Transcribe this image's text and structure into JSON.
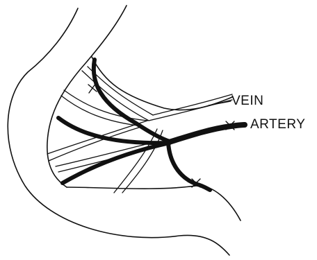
{
  "diagram": {
    "labels": {
      "vein": "VEIN",
      "artery": "ARTERY"
    },
    "colors": {
      "ink": "#111111",
      "background": "#ffffff"
    },
    "structures": [
      {
        "name": "tissue-fold",
        "kind": "outline"
      },
      {
        "name": "vein-branches",
        "kind": "double-line vessels"
      },
      {
        "name": "artery-branches",
        "kind": "solid dark vessels"
      },
      {
        "name": "ligature-marks",
        "kind": "cross marks",
        "count": 3
      }
    ]
  }
}
